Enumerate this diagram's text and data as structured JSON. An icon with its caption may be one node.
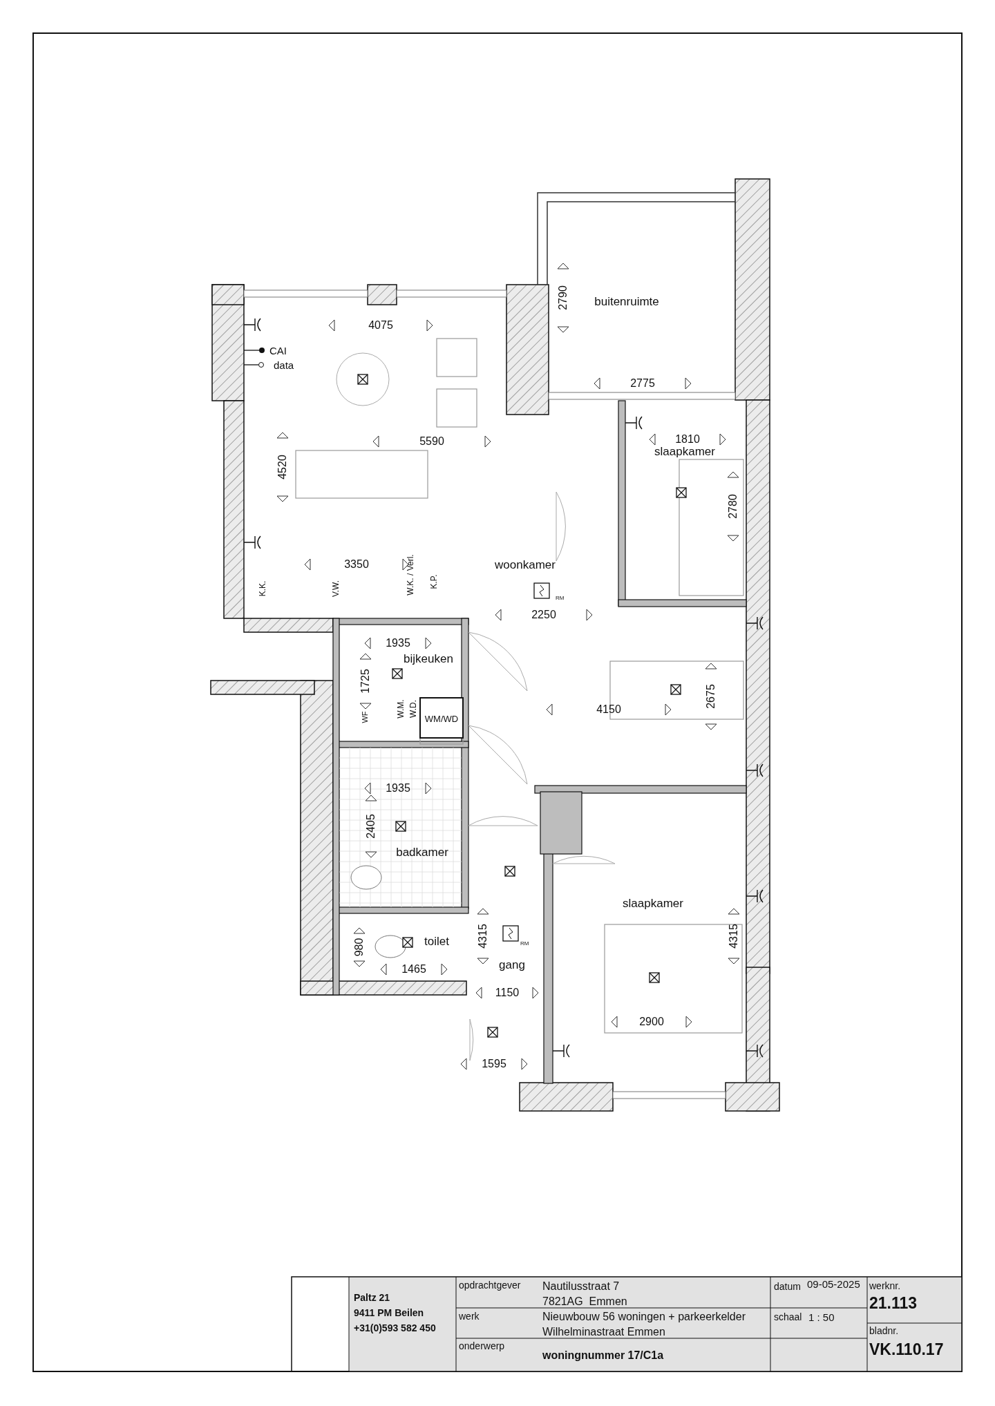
{
  "diagram": {
    "labels": [
      "4075",
      "CAI",
      "data",
      "5590",
      "4520",
      "3350",
      "K.K.",
      "V.W.",
      "W.K. / Verl.",
      "K.P.",
      "woonkamer",
      "RM",
      "2250",
      "buitenruimte",
      "2790",
      "2775",
      "1810",
      "slaapkamer",
      "2780",
      "1935",
      "bijkeuken",
      "1725",
      "WF",
      "W.M.",
      "W.D.",
      "WM/WD",
      "4150",
      "2675",
      "1935",
      "2405",
      "badkamer",
      "slaapkamer",
      "toilet",
      "980",
      "4315",
      "RM",
      "gang",
      "4315",
      "1465",
      "1150",
      "2900",
      "1595",
      "Paltz 21",
      "9411 PM Beilen",
      "+31(0)593 582 450",
      "opdrachtgever",
      "Nautilusstraat 7",
      "7821AG  Emmen",
      "datum",
      "09-05-2025",
      "werknr.",
      "21.113",
      "werk",
      "Nieuwbouw 56 woningen + parkeerkelder",
      "Wilhelminastraat Emmen",
      "schaal",
      "1 : 50",
      "bladnr.",
      "onderwerp",
      "woningnummer 17/C1a",
      "VK.110.17"
    ]
  }
}
